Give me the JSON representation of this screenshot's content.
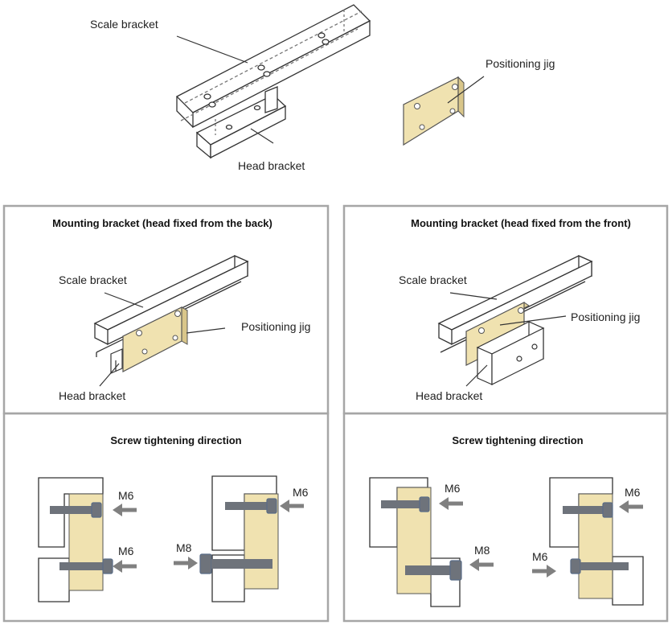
{
  "top": {
    "scale_bracket": "Scale bracket",
    "positioning_jig": "Positioning jig",
    "head_bracket": "Head bracket"
  },
  "panel_back": {
    "title": "Mounting bracket (head fixed from the back)",
    "scale_bracket": "Scale bracket",
    "positioning_jig": "Positioning jig",
    "head_bracket": "Head bracket",
    "screw_title": "Screw tightening direction",
    "fig_a": {
      "upper": "M6",
      "lower": "M6"
    },
    "fig_b": {
      "upper": "M6",
      "lower": "M8"
    }
  },
  "panel_front": {
    "title": "Mounting bracket (head fixed from the front)",
    "scale_bracket": "Scale bracket",
    "positioning_jig": "Positioning jig",
    "head_bracket": "Head bracket",
    "screw_title": "Screw tightening direction",
    "fig_a": {
      "upper": "M6",
      "lower": "M8"
    },
    "fig_b": {
      "upper": "M6",
      "lower": "M6"
    }
  },
  "colors": {
    "jig": "#F0E2B0",
    "bolt": "#6E737B",
    "bolt_head": "#596C86",
    "arrow": "#808080",
    "panel_border": "#A6A6A6",
    "line": "#333333"
  }
}
